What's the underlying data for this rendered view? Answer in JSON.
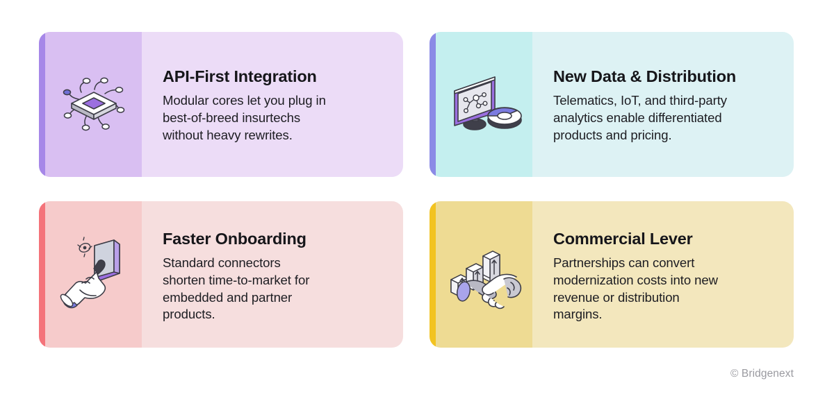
{
  "page": {
    "background": "#ffffff",
    "footer_text": "© Bridgenext"
  },
  "cards": [
    {
      "id": "api-first-integration",
      "title": "API-First Integration",
      "body": "Modular cores let you plug in\nbest-of-breed insurtechs\nwithout heavy rewrites.",
      "icon_name": "microchip-icon",
      "accent_color": "#a687e8",
      "icon_panel_color": "#d9bff2",
      "text_panel_color": "#ecdcf7"
    },
    {
      "id": "new-data-distribution",
      "title": "New Data & Distribution",
      "body": "Telematics, IoT, and third-party\nanalytics enable differentiated\nproducts and pricing.",
      "icon_name": "monitor-analytics-icon",
      "accent_color": "#8b8ae6",
      "icon_panel_color": "#c4efef",
      "text_panel_color": "#ddf2f4"
    },
    {
      "id": "faster-onboarding",
      "title": "Faster Onboarding",
      "body": "Standard connectors\nshorten time-to-market for\nembedded and partner\nproducts.",
      "icon_name": "hand-tap-icon",
      "accent_color": "#f4737a",
      "icon_panel_color": "#f6cbcb",
      "text_panel_color": "#f6dede"
    },
    {
      "id": "commercial-lever",
      "title": "Commercial Lever",
      "body": "Partnerships can convert\nmodernization costs into new\nrevenue or distribution\nmargins.",
      "icon_name": "handshake-growth-icon",
      "accent_color": "#f2c321",
      "icon_panel_color": "#eedb93",
      "text_panel_color": "#f3e7bd"
    }
  ]
}
